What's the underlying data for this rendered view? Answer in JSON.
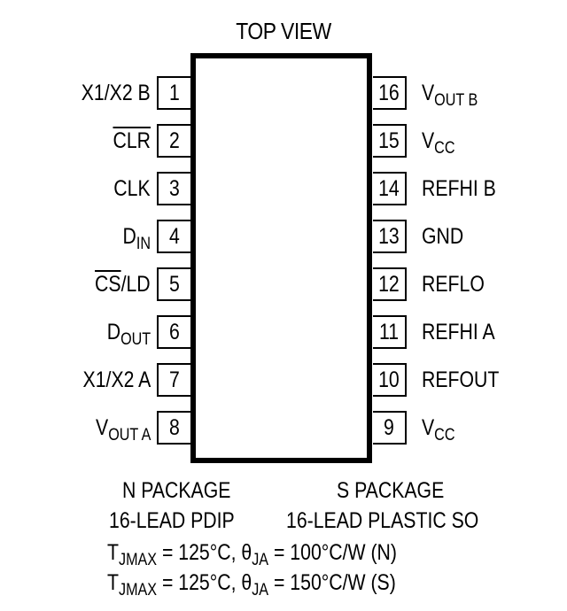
{
  "diagram": {
    "title": "TOP VIEW",
    "left_pins": [
      {
        "number": "1",
        "name": "X1/X2 B",
        "main": "X1/X2 B",
        "sub": "",
        "overline": ""
      },
      {
        "number": "2",
        "name": "CLR",
        "main": "",
        "sub": "",
        "overline": "CLR"
      },
      {
        "number": "3",
        "name": "CLK",
        "main": "CLK",
        "sub": "",
        "overline": ""
      },
      {
        "number": "4",
        "name": "DIN",
        "main": "D",
        "sub": "IN",
        "overline": ""
      },
      {
        "number": "5",
        "name": "CS/LD",
        "main": "/LD",
        "sub": "",
        "overline": "CS"
      },
      {
        "number": "6",
        "name": "DOUT",
        "main": "D",
        "sub": "OUT",
        "overline": ""
      },
      {
        "number": "7",
        "name": "X1/X2 A",
        "main": "X1/X2 A",
        "sub": "",
        "overline": ""
      },
      {
        "number": "8",
        "name": "VOUT A",
        "main": "V",
        "sub": "OUT A",
        "overline": ""
      }
    ],
    "right_pins": [
      {
        "number": "16",
        "name": "VOUT B",
        "main": "V",
        "sub": "OUT B"
      },
      {
        "number": "15",
        "name": "VCC",
        "main": "V",
        "sub": "CC"
      },
      {
        "number": "14",
        "name": "REFHI B",
        "main": "REFHI B",
        "sub": ""
      },
      {
        "number": "13",
        "name": "GND",
        "main": "GND",
        "sub": ""
      },
      {
        "number": "12",
        "name": "REFLO",
        "main": "REFLO",
        "sub": ""
      },
      {
        "number": "11",
        "name": "REFHI A",
        "main": "REFHI A",
        "sub": ""
      },
      {
        "number": "10",
        "name": "REFOUT",
        "main": "REFOUT",
        "sub": ""
      },
      {
        "number": "9",
        "name": "VCC",
        "main": "V",
        "sub": "CC"
      }
    ],
    "packages": {
      "n_title": "N PACKAGE",
      "n_desc": "16-LEAD PDIP",
      "s_title": "S PACKAGE",
      "s_desc": "16-LEAD PLASTIC SO"
    },
    "thermal": [
      {
        "t": "T",
        "t_sub": "JMAX",
        "t_val": " = 125°C, ",
        "theta": "θ",
        "theta_sub": "JA",
        "theta_val": " = 100°C/W (N)"
      },
      {
        "t": "T",
        "t_sub": "JMAX",
        "t_val": " = 125°C, ",
        "theta": "θ",
        "theta_sub": "JA",
        "theta_val": " = 150°C/W (S)"
      }
    ]
  }
}
